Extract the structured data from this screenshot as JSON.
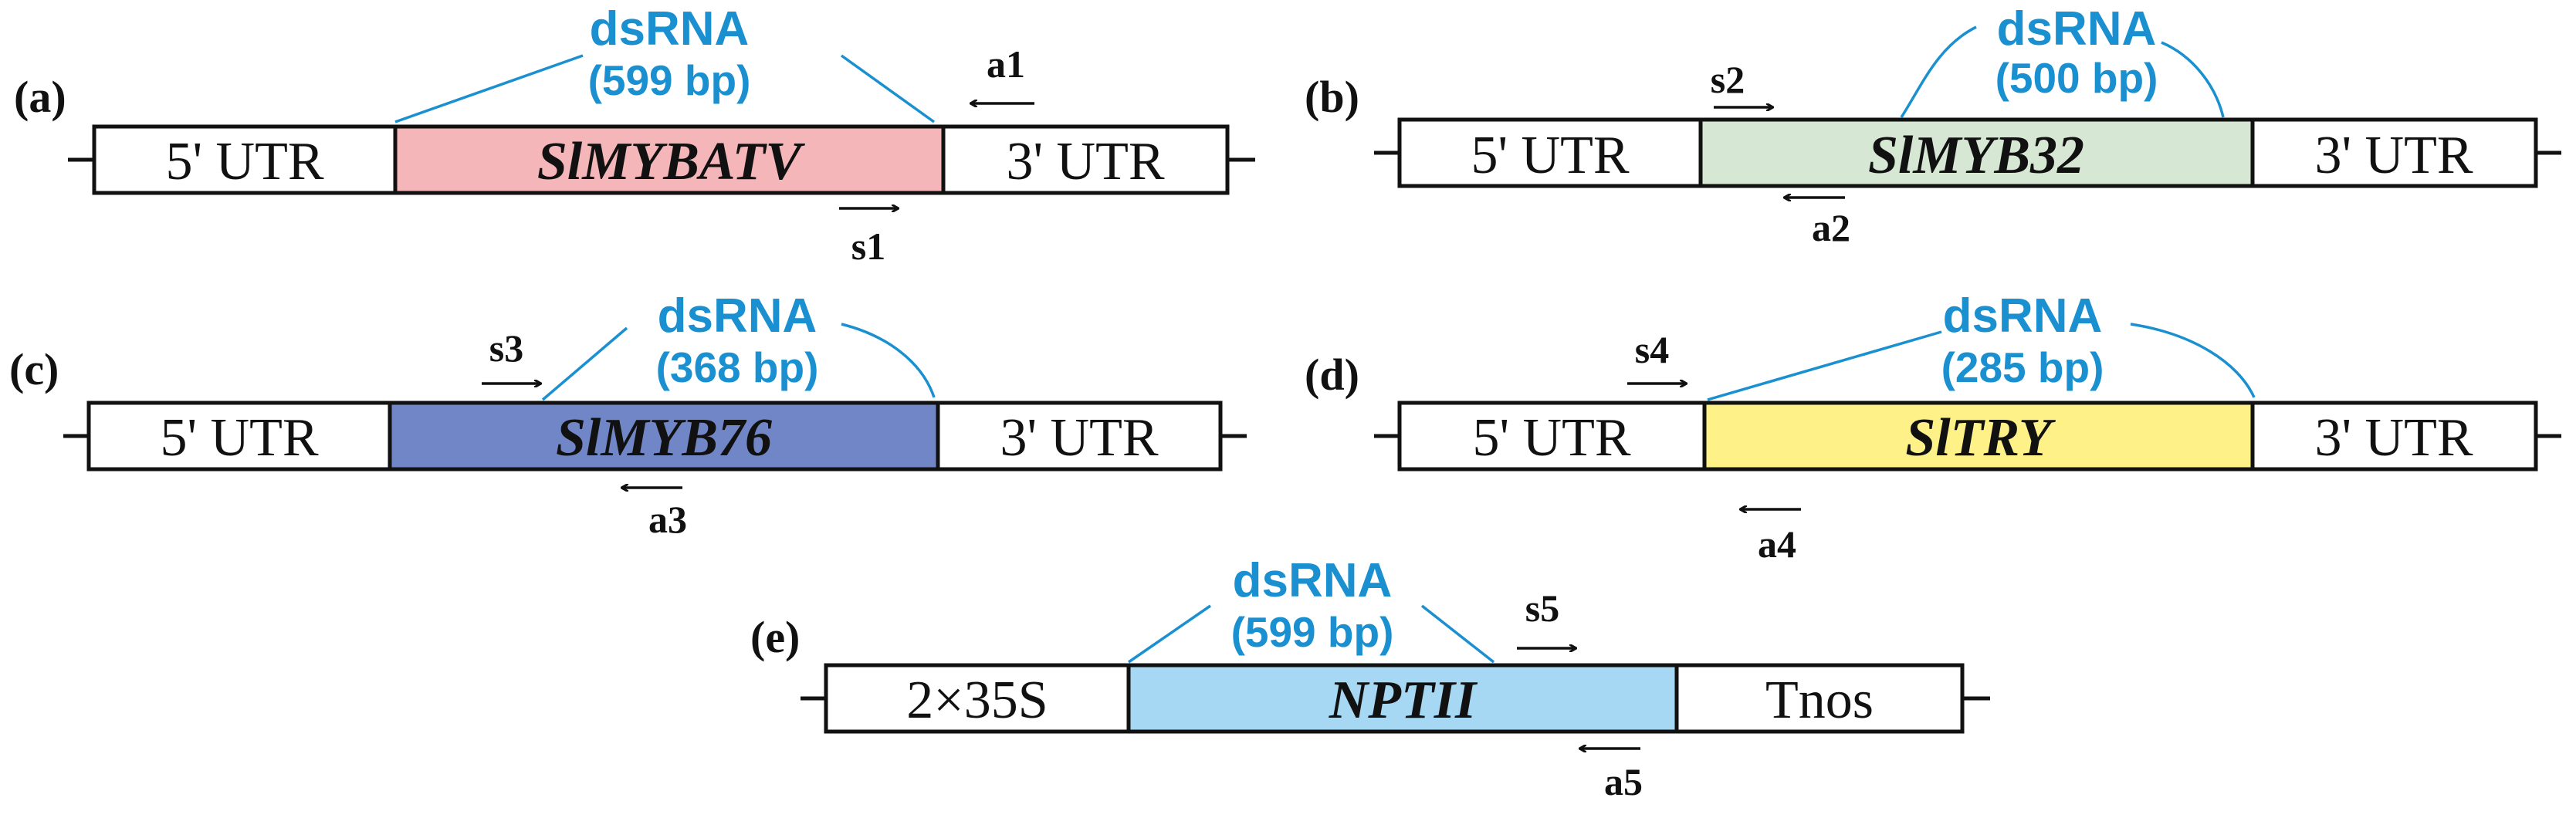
{
  "colors": {
    "dsrna_text": "#1a90d0",
    "fill_a": "#f4b6b9",
    "fill_b": "#d6e8d4",
    "fill_c": "#7186c6",
    "fill_d": "#fdf187",
    "fill_e": "#a6d8f3"
  },
  "constructs": [
    {
      "panel": "(a)",
      "left": "5' UTR",
      "gene": "SlMYBATV",
      "right": "3' UTR",
      "dsrna": "dsRNA",
      "dsrna_len": "(599 bp)",
      "primer_s": "s1",
      "primer_a": "a1"
    },
    {
      "panel": "(b)",
      "left": "5' UTR",
      "gene": "SlMYB32",
      "right": "3' UTR",
      "dsrna": "dsRNA",
      "dsrna_len": "(500 bp)",
      "primer_s": "s2",
      "primer_a": "a2"
    },
    {
      "panel": "(c)",
      "left": "5' UTR",
      "gene": "SlMYB76",
      "right": "3' UTR",
      "dsrna": "dsRNA",
      "dsrna_len": "(368 bp)",
      "primer_s": "s3",
      "primer_a": "a3"
    },
    {
      "panel": "(d)",
      "left": "5' UTR",
      "gene": "SlTRY",
      "right": "3' UTR",
      "dsrna": "dsRNA",
      "dsrna_len": "(285 bp)",
      "primer_s": "s4",
      "primer_a": "a4"
    },
    {
      "panel": "(e)",
      "left": "2×35S",
      "gene": "NPTII",
      "right": "Tnos",
      "dsrna": "dsRNA",
      "dsrna_len": "(599 bp)",
      "primer_s": "s5",
      "primer_a": "a5"
    }
  ]
}
